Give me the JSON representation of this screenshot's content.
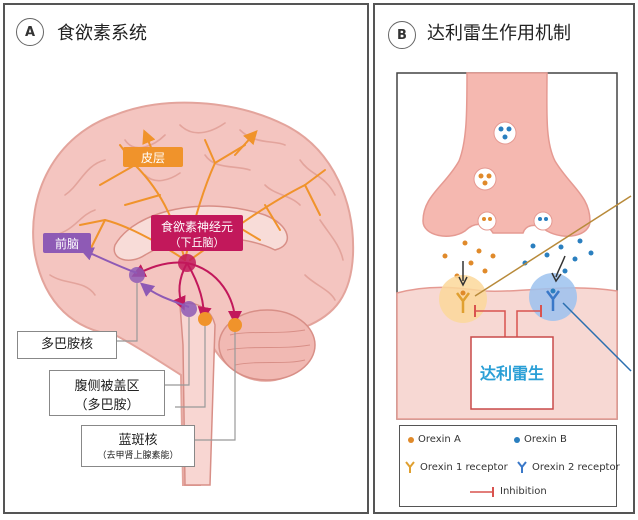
{
  "panel_a": {
    "badge": "A",
    "title": "食欲素系统",
    "labels": {
      "cortex": "皮层",
      "forebrain": "前脑",
      "orexin_neurons_line1": "食欲素神经元",
      "orexin_neurons_line2": "（下丘脑）"
    },
    "callouts": {
      "dopamine_nucleus": "多巴胺核",
      "vta_line1": "腹侧被盖区",
      "vta_line2": "（多巴胺）",
      "lc_line1": "蓝斑核",
      "lc_line2": "（去甲肾上腺素能）"
    }
  },
  "panel_b": {
    "badge": "B",
    "title": "达利雷生作用机制",
    "drug": "达利雷生",
    "legend": {
      "orexin_a": "Orexin A",
      "orexin_b": "Orexin B",
      "receptor_1": "Orexin 1 receptor",
      "receptor_2": "Orexin 2 receptor",
      "inhibition": "Inhibition"
    }
  },
  "colors": {
    "cortex_orange": "#f0932b",
    "orexin_magenta": "#c2185b",
    "forebrain_purple": "#8e5ab5",
    "brain_pink": "#f4c5c0",
    "synapse_pink": "#f5b8b0",
    "drug_blue": "#2a9fd6",
    "receptor1_orange": "#e0a030",
    "receptor2_blue": "#3a78c8",
    "inhibition_red": "#d9534f"
  }
}
